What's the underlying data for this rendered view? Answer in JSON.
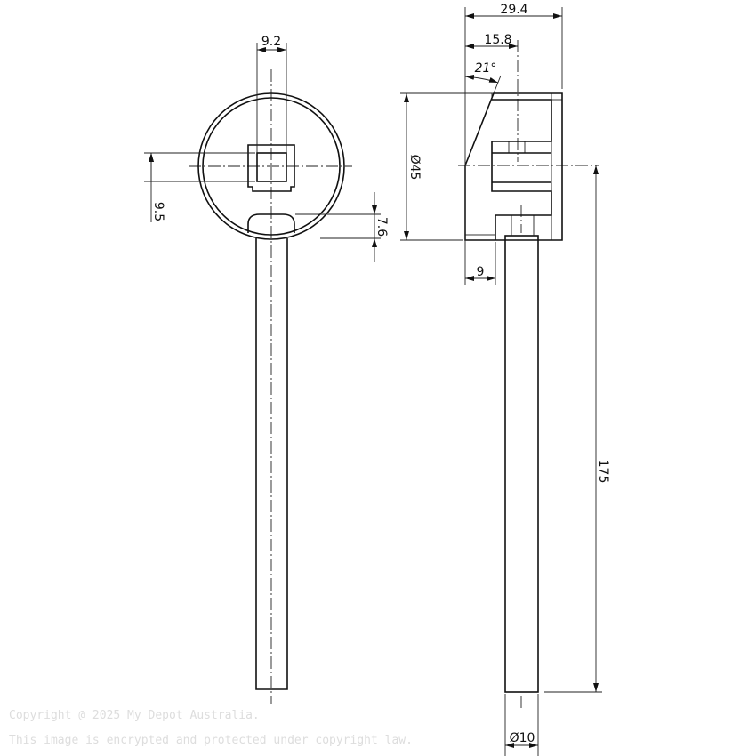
{
  "front_view": {
    "dimensions": {
      "square_width": "9.2",
      "square_height": "9.5",
      "slot_height": "7.6"
    }
  },
  "side_view": {
    "dimensions": {
      "overall_depth": "29.4",
      "center_offset": "15.8",
      "chamfer_angle": "21°",
      "diameter": "Ø45",
      "base_offset": "9",
      "rod_length": "175",
      "rod_diameter": "Ø10"
    }
  },
  "watermark": {
    "line1": "Copyright @ 2025 My Depot Australia.",
    "line2": "This image is encrypted and protected under copyright law."
  },
  "colors": {
    "line": "#111111",
    "watermark": "#dddddd"
  }
}
